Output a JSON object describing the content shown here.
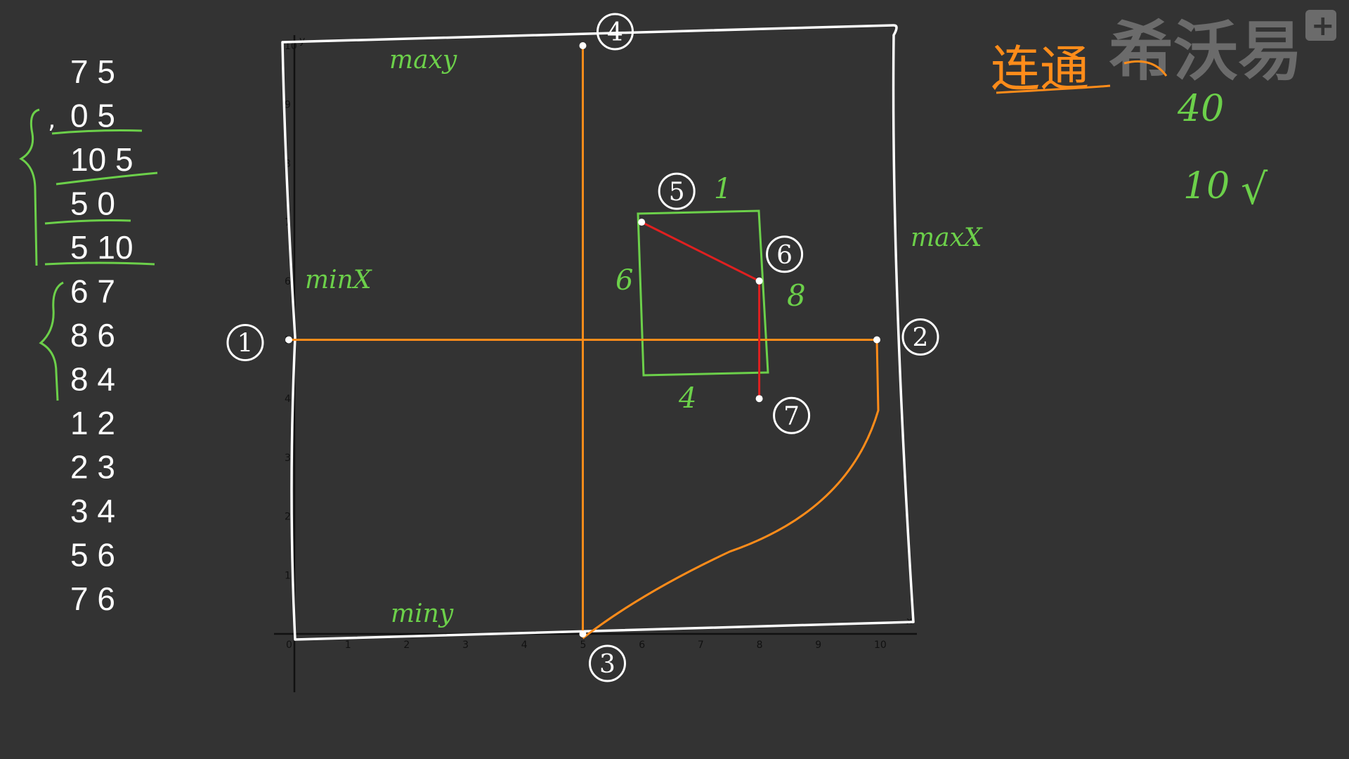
{
  "input_lines": [
    {
      "text": "7 5"
    },
    {
      "text": "0 5"
    },
    {
      "text": "10 5"
    },
    {
      "text": "5 0"
    },
    {
      "text": "5 10"
    },
    {
      "text": "6 7"
    },
    {
      "text": "8 6"
    },
    {
      "text": "8 4"
    },
    {
      "text": "1 2"
    },
    {
      "text": "2 3"
    },
    {
      "text": "3 4"
    },
    {
      "text": "5 6"
    },
    {
      "text": "7 6"
    }
  ],
  "input_stray_mark": ",",
  "axes": {
    "x_ticks": [
      "0",
      "1",
      "2",
      "3",
      "4",
      "5",
      "6",
      "7",
      "8",
      "9",
      "10"
    ],
    "y_ticks": [
      "1",
      "2",
      "3",
      "4",
      "5",
      "6",
      "7",
      "8",
      "9",
      "10"
    ],
    "x_arrow": "x",
    "y_arrow": "y"
  },
  "labels": {
    "min_x": "minX",
    "max_x": "maxX",
    "min_y": "miny",
    "max_y": "maxy"
  },
  "points": [
    {
      "id": "1",
      "x": 0,
      "y": 5
    },
    {
      "id": "2",
      "x": 10,
      "y": 5
    },
    {
      "id": "3",
      "x": 5,
      "y": 0
    },
    {
      "id": "4",
      "x": 5,
      "y": 10
    },
    {
      "id": "5",
      "x": 6,
      "y": 7
    },
    {
      "id": "6",
      "x": 8,
      "y": 6
    },
    {
      "id": "7",
      "x": 8,
      "y": 4
    }
  ],
  "edges": [
    {
      "from": "1",
      "to": "2",
      "color": "#ff8c1a"
    },
    {
      "from": "2",
      "to": "3",
      "color": "#ff8c1a"
    },
    {
      "from": "3",
      "to": "4",
      "color": "#ff8c1a"
    },
    {
      "from": "5",
      "to": "6",
      "color": "#e02020"
    },
    {
      "from": "7",
      "to": "6",
      "color": "#e02020"
    }
  ],
  "box_side_lengths": {
    "top": "1",
    "left": "6",
    "right": "8",
    "bottom": "4"
  },
  "notes": {
    "title": "连通",
    "value_1": "40",
    "value_2": "10",
    "check": "√"
  },
  "watermark": {
    "text": "希沃易",
    "plus": "+"
  },
  "colors": {
    "background": "#333333",
    "chalk_white": "#ffffff",
    "green": "#6cd04a",
    "orange": "#ff8c1a",
    "red": "#e02020",
    "axis": "#111111"
  }
}
